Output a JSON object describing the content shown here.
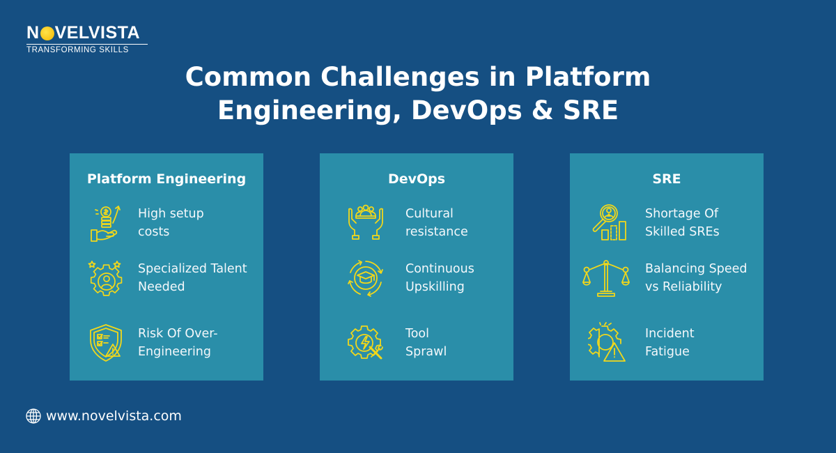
{
  "brand": {
    "logo_text_pre": "N",
    "logo_text_post": "VELVISTA",
    "tagline": "TRANSFORMING SKILLS"
  },
  "title": {
    "line1": "Common Challenges in Platform",
    "line2": "Engineering, DevOps & SRE"
  },
  "colors": {
    "background": "#154f82",
    "card": "#2a8ea9",
    "icon": "#f2d81a",
    "text": "#ffffff"
  },
  "cards": [
    {
      "title": "Platform Engineering",
      "items": [
        {
          "icon": "coin-growth-hand-icon",
          "line1": "High setup",
          "line2": "costs"
        },
        {
          "icon": "gear-person-stars-icon",
          "line1": "Specialized Talent",
          "line2": "Needed"
        },
        {
          "icon": "shield-checklist-warning-icon",
          "line1": "Risk Of Over-",
          "line2": "Engineering"
        }
      ]
    },
    {
      "title": "DevOps",
      "items": [
        {
          "icon": "hands-team-icon",
          "line1": "Cultural",
          "line2": "resistance"
        },
        {
          "icon": "graduation-cycle-icon",
          "line1": "Continuous",
          "line2": "Upskilling"
        },
        {
          "icon": "gear-tools-lightning-icon",
          "line1": "Tool",
          "line2": "Sprawl"
        }
      ]
    },
    {
      "title": "SRE",
      "items": [
        {
          "icon": "magnifier-person-chart-icon",
          "line1": "Shortage Of",
          "line2": "Skilled SREs"
        },
        {
          "icon": "balance-scale-icon",
          "line1": "Balancing Speed",
          "line2": "vs Reliability"
        },
        {
          "icon": "gear-warning-icon",
          "line1": "Incident",
          "line2": "Fatigue"
        }
      ]
    }
  ],
  "footer": {
    "icon": "globe-icon",
    "url": "www.novelvista.com"
  }
}
